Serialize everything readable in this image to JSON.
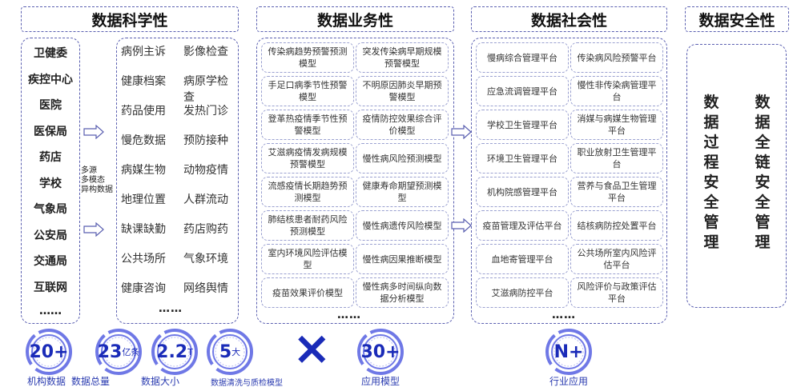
{
  "headers": {
    "science": "数据科学性",
    "business": "数据业务性",
    "social": "数据社会性",
    "security": "数据安全性"
  },
  "institutions": [
    "卫健委",
    "疾控中心",
    "医院",
    "医保局",
    "药店",
    "学校",
    "气象局",
    "公安局",
    "交通局",
    "互联网",
    "……"
  ],
  "source_label": [
    "多源",
    "多模态",
    "异构数据"
  ],
  "data_types": [
    [
      "病例主诉",
      "影像检查"
    ],
    [
      "健康档案",
      "病原学检查"
    ],
    [
      "药品使用",
      "发热门诊"
    ],
    [
      "慢危数据",
      "预防接种"
    ],
    [
      "病媒生物",
      "动物疫情"
    ],
    [
      "地理位置",
      "人群流动"
    ],
    [
      "缺课缺勤",
      "药店购药"
    ],
    [
      "公共场所",
      "气象环境"
    ],
    [
      "健康咨询",
      "网络舆情"
    ]
  ],
  "data_types_more": "……",
  "models": [
    [
      "传染病趋势预警预测模型",
      "突发传染病早期规模预警模型"
    ],
    [
      "手足口病季节性预警模型",
      "不明原因肺炎早期预警模型"
    ],
    [
      "登革热疫情季节性预警模型",
      "疫情防控效果综合评价模型"
    ],
    [
      "艾滋病疫情发病规模预警模型",
      "慢性病风险预测模型"
    ],
    [
      "流感疫情长期趋势预测模型",
      "健康寿命期望预测模型"
    ],
    [
      "肺结核患者耐药风险预测模型",
      "慢性病遗传风险模型"
    ],
    [
      "室内环境风险评估模型",
      "慢性病因果推断模型"
    ],
    [
      "疫苗效果评价模型",
      "慢性病多时间纵向数据分析模型"
    ]
  ],
  "models_more": "……",
  "platforms": [
    [
      "慢病综合管理平台",
      "传染病风险预警平台"
    ],
    [
      "应急流调管理平台",
      "慢性非传染病管理平台"
    ],
    [
      "学校卫生管理平台",
      "消媒与病媒生物管理平台"
    ],
    [
      "环境卫生管理平台",
      "职业放射卫生管理平台"
    ],
    [
      "机构院感管理平台",
      "营养与食品卫生管理平台"
    ],
    [
      "疫苗管理及评估平台",
      "结核病防控处置平台"
    ],
    [
      "血地寄管理平台",
      "公共场所室内风险评估平台"
    ],
    [
      "艾滋病防控平台",
      "风险评价与政策评估平台"
    ]
  ],
  "platforms_more": "……",
  "security": [
    "数据过程安全管理",
    "数据全链安全管理"
  ],
  "badges": [
    {
      "num": "20+",
      "unit": "",
      "label": "机构数据"
    },
    {
      "num": "23",
      "unit": "亿条",
      "label": "数据总量"
    },
    {
      "num": "2.2",
      "unit": "T",
      "label": "数据大小"
    },
    {
      "num": "5",
      "unit": "大",
      "label": "数据清洗与质检模型"
    },
    {
      "num": "30+",
      "unit": "",
      "label": "应用模型"
    },
    {
      "num": "N+",
      "unit": "",
      "label": "行业应用"
    }
  ],
  "multiply_icon": "×",
  "colors": {
    "accent": "#1a2bb8",
    "ring": "#6f78e6",
    "border": "#5a5fb0"
  }
}
